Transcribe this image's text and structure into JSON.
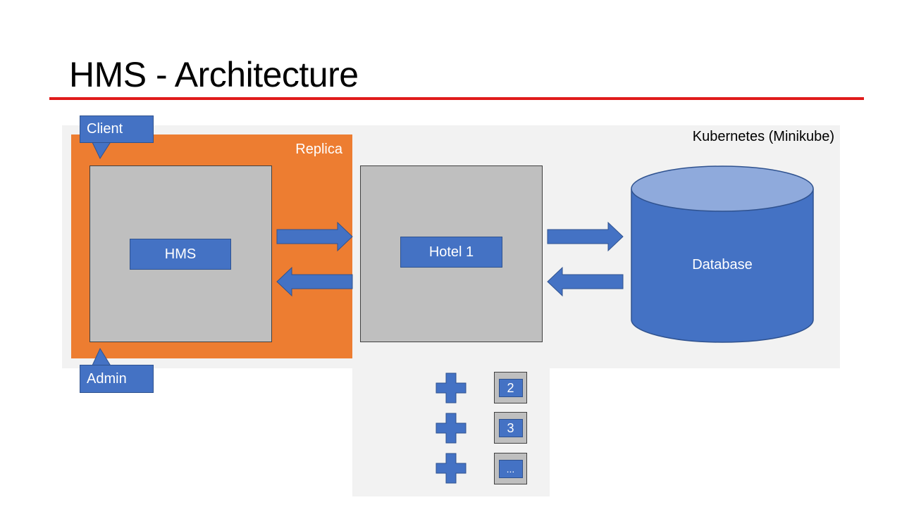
{
  "title": "HMS - Architecture",
  "cluster": {
    "label": "Kubernetes (Minikube)"
  },
  "replica": {
    "label": "Replica"
  },
  "nodes": {
    "hms": "HMS",
    "hotel1": "Hotel 1",
    "database": "Database"
  },
  "callouts": {
    "client": "Client",
    "admin": "Admin"
  },
  "additional_hotels": [
    "2",
    "3",
    "..."
  ],
  "colors": {
    "accent_rule": "#e01b1b",
    "replica": "#ed7d31",
    "shape_blue": "#4472c4",
    "node_grey": "#bfbfbf",
    "cluster_bg": "#f2f2f2",
    "db_top": "#8faadc"
  }
}
